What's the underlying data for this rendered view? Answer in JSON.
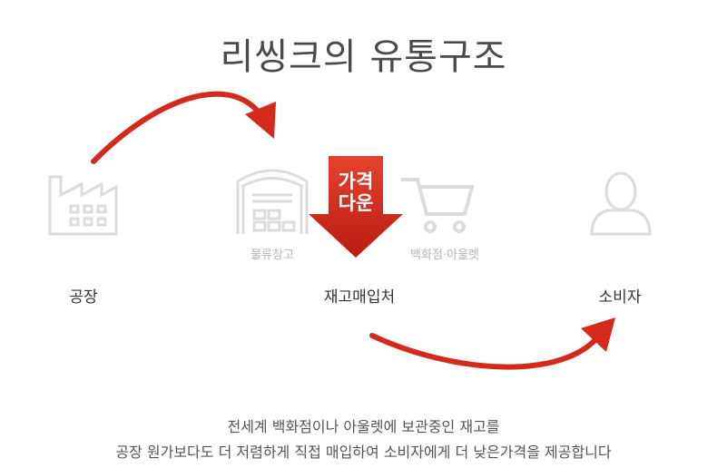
{
  "title": "리씽크의 유통구조",
  "nodes": {
    "factory": "공장",
    "warehouse_sub": "물류창고",
    "buyer": "재고매입처",
    "retail_sub": "백화점·아울렛",
    "consumer": "소비자"
  },
  "badge": {
    "line1": "가격",
    "line2": "다운"
  },
  "description": {
    "line1": "전세계 백화점이나 아울렛에 보관중인 재고를",
    "line2": "공장 원가보다도 더 저렴하게 직접 매입하여 소비자에게 더 낮은가격을 제공합니다"
  },
  "colors": {
    "accent": "#d42a1e",
    "icon": "#dcdcdc"
  },
  "icons": [
    "factory-icon",
    "warehouse-icon",
    "cart-icon",
    "person-icon"
  ]
}
